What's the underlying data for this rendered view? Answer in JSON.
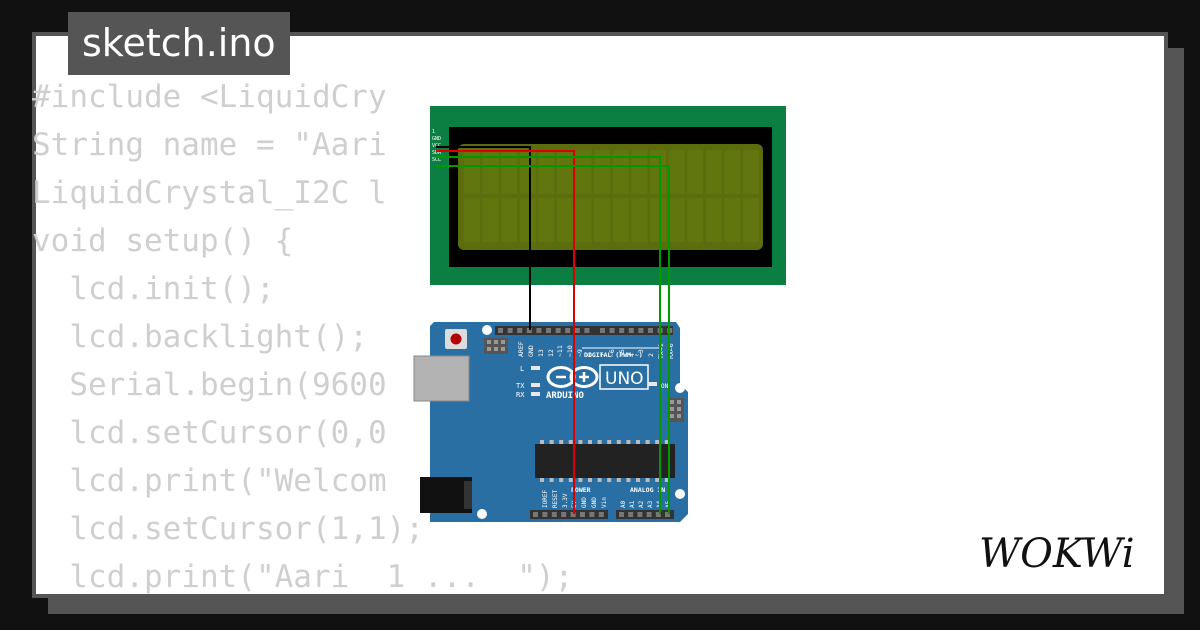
{
  "title": "sketch.ino",
  "code_lines": [
    "#include <LiquidCry",
    "String name = \"Aari",
    "LiquidCrystal_I2C l",
    "void setup() {",
    "  lcd.init();",
    "  lcd.backlight();",
    "  Serial.begin(9600",
    "  lcd.setCursor(0,0",
    "  lcd.print(\"Welcom",
    "  lcd.setCursor(1,1);",
    "  lcd.print(\"Aari  1 ...  \");"
  ],
  "arduino": {
    "brand": "ARDUINO",
    "model": "UNO",
    "digital_label": "DIGITAL (PWM ~)",
    "power_label": "POWER",
    "analog_label": "ANALOG IN",
    "tx": "TX",
    "rx": "RX",
    "led_l": "L",
    "on": "ON",
    "top_pins": [
      "AREF",
      "GND",
      "13",
      "12",
      "~11",
      "~10",
      "~9",
      "8",
      "7",
      "~6",
      "~5",
      "4",
      "~3",
      "2",
      "TX→1",
      "RX←0"
    ],
    "power_pins": [
      "IOREF",
      "RESET",
      "3.3V",
      "5V",
      "GND",
      "GND",
      "Vin"
    ],
    "analog_pins": [
      "A0",
      "A1",
      "A2",
      "A3",
      "A4",
      "A5"
    ]
  },
  "lcd_pins": [
    "1",
    "GND",
    "VCC",
    "SDA",
    "SCL"
  ],
  "logo_text": "WOKWi",
  "colors": {
    "background": "#111111",
    "card": "#ffffff",
    "card_border": "#555555",
    "code_text": "#cfcfcf",
    "lcd_board": "#0b7f42",
    "lcd_screen": "#5b6d0c",
    "arduino_board": "#2a6fa3",
    "wire_red": "#dd0000",
    "wire_green": "#009900",
    "wire_black": "#000000"
  }
}
